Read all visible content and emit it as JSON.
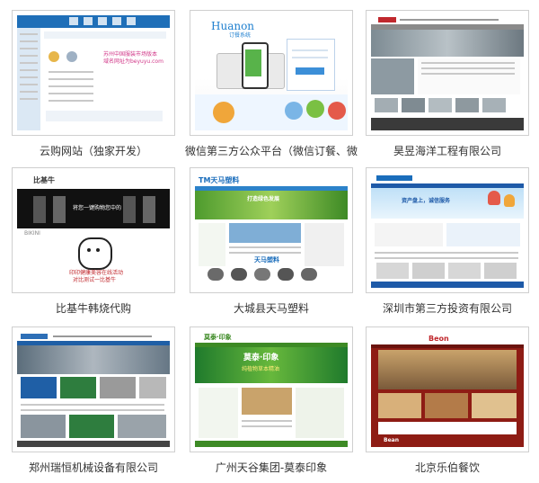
{
  "cards": [
    {
      "caption": "云购网站（独家开发）",
      "thumb": {
        "header_text": "",
        "watermark": [
          "苏州中国服装市场版本",
          "域名网址为beyuyu.com"
        ]
      }
    },
    {
      "caption": "微信第三方公众平台（微信订餐、微",
      "thumb": {
        "logo": "Huanon",
        "logo_sub": "订餐系统"
      }
    },
    {
      "caption": "昊昱海洋工程有限公司",
      "thumb": {}
    },
    {
      "caption": "比基牛韩烧代购",
      "thumb": {
        "brand": "比基牛",
        "promo": "将您一键购物您中的",
        "slogan": "BIKINI",
        "tagline": [
          "印印健康美容在线活动",
          "对比测试一比基牛"
        ]
      }
    },
    {
      "caption": "大城县天马塑料",
      "thumb": {
        "brand": "TM天马塑料",
        "banner": "打造绿色发展",
        "footer_brand": "天马塑料"
      }
    },
    {
      "caption": "深圳市第三方投资有限公司",
      "thumb": {
        "banner": "资产盘上，诚信服务"
      }
    },
    {
      "caption": "郑州瑞恒机械设备有限公司",
      "thumb": {}
    },
    {
      "caption": "广州天谷集团-莫泰印象",
      "thumb": {
        "brand": "莫泰·印象",
        "banner_title": "莫泰·印象",
        "banner_sub": "纯植物草本精油"
      }
    },
    {
      "caption": "北京乐伯餐饮",
      "thumb": {
        "brand": "Beon",
        "footer_brand": "Bean"
      }
    }
  ]
}
